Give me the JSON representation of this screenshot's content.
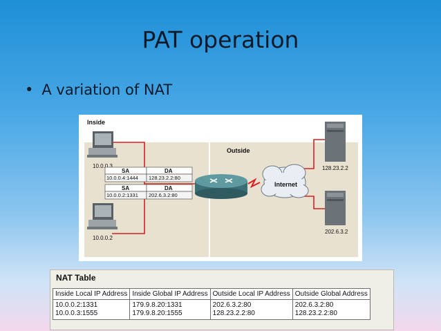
{
  "slide": {
    "title": "PAT operation",
    "bullet": "A variation of NAT"
  },
  "diagram": {
    "inside_label": "Inside",
    "outside_label": "Outside",
    "pc_top_ip": "10.0.0.3",
    "pc_bottom_ip": "10.0.0.2",
    "packet1": {
      "sa_header": "SA",
      "da_header": "DA",
      "sa": "10.0.0.4:1444",
      "da": "128.23.2.2:80"
    },
    "packet2": {
      "sa_header": "SA",
      "da_header": "DA",
      "sa": "10.0.0.2:1331",
      "da": "202.6.3.2:80"
    },
    "internet_label": "Internet",
    "server_top_ip": "128.23.2.2",
    "server_bottom_ip": "202.6.3.2",
    "colors": {
      "inside_bg": "#e9e1cf",
      "link": "#d91f1f",
      "router": "#4a7f86"
    }
  },
  "nat_table": {
    "title": "NAT Table",
    "headers": [
      "Inside Local IP Address",
      "Inside Global IP Address",
      "Outside Local IP Address",
      "Outside Global Address"
    ],
    "rows": [
      [
        "10.0.0.2:1331",
        "179.9.8.20:1331",
        "202.6.3.2:80",
        "202.6.3.2:80"
      ],
      [
        "10.0.0.3:1555",
        "179.9.8.20:1555",
        "128.23.2.2:80",
        "128.23.2.2:80"
      ]
    ]
  }
}
